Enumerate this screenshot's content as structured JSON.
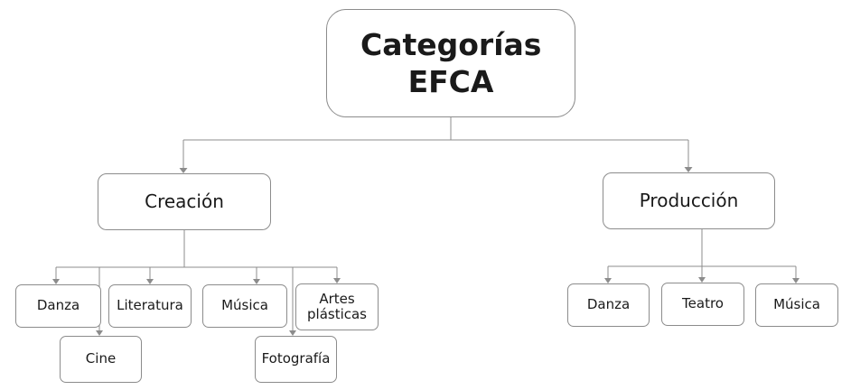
{
  "diagram": {
    "root": {
      "line1": "Categorías",
      "line2": "EFCA"
    },
    "branches": {
      "creacion": {
        "label": "Creación",
        "children": {
          "danza": "Danza",
          "cine": "Cine",
          "literatura": "Literatura",
          "musica": "Música",
          "fotografia": "Fotografía",
          "artes_plasticas": "Artes plásticas"
        }
      },
      "produccion": {
        "label": "Producción",
        "children": {
          "danza": "Danza",
          "teatro": "Teatro",
          "musica": "Música"
        }
      }
    },
    "colors": {
      "connector": "#8c8c8c",
      "node_border": "#8c8c8c",
      "text": "#1a1a1a"
    }
  }
}
